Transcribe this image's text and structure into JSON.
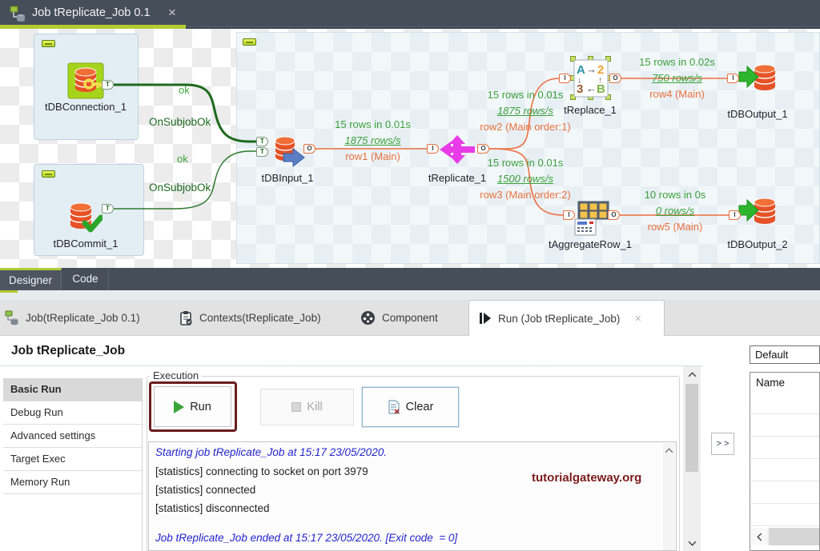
{
  "colors": {
    "accent_green": "#b2cb35",
    "flow_orange": "#ec6f40",
    "stat_green": "#3ba03b",
    "trigger_green": "#1d691d",
    "replicate_magenta": "#e83ce8",
    "watermark_maroon": "#7b1b1b"
  },
  "titlebar": {
    "tab_label": "Job tReplicate_Job 0.1",
    "close_label": "×"
  },
  "canvas": {
    "components": {
      "tdbconnection": "tDBConnection_1",
      "tdbcommit": "tDBCommit_1",
      "tdbinput": "tDBInput_1",
      "treplicate": "tReplicate_1",
      "treplace": "tReplace_1",
      "tdboutput1": "tDBOutput_1",
      "taggregaterow": "tAggregateRow_1",
      "tdboutput2": "tDBOutput_2"
    },
    "ports": {
      "trigger": "T",
      "output": "O",
      "input": "I"
    },
    "triggers": [
      {
        "ok": "ok",
        "label": "OnSubjobOk"
      },
      {
        "ok": "ok",
        "label": "OnSubjobOk"
      }
    ],
    "flows": [
      {
        "rows": "15 rows in 0.01s",
        "rate": "1875 rows/s",
        "name": "row1 (Main)"
      },
      {
        "rows": "15 rows in 0.01s",
        "rate": "1875 rows/s",
        "name": "row2 (Main order:1)"
      },
      {
        "rows": "15 rows in 0.01s",
        "rate": "1500 rows/s",
        "name": "row3 (Main order:2)"
      },
      {
        "rows": "15 rows in 0.02s",
        "rate": "750 rows/s",
        "name": "row4 (Main)"
      },
      {
        "rows": "10 rows in 0s",
        "rate": "0 rows/s",
        "name": "row5 (Main)"
      }
    ],
    "replace_icon": {
      "a": "A",
      "two": "2",
      "three": "3",
      "b": "B",
      "right_arrow": "→",
      "left_arrow": "←",
      "down_arrow": "↓",
      "up_arrow": "↑"
    }
  },
  "designer_bar": {
    "designer": "Designer",
    "code": "Code"
  },
  "view_tabs": {
    "job": "Job(tReplicate_Job 0.1)",
    "contexts": "Contexts(tReplicate_Job)",
    "component": "Component",
    "run": "Run (Job tReplicate_Job)",
    "close_label": "×"
  },
  "run_view": {
    "title": "Job tReplicate_Job",
    "sidebar": [
      "Basic Run",
      "Debug Run",
      "Advanced settings",
      "Target Exec",
      "Memory Run"
    ],
    "execution": {
      "group_label": "Execution",
      "run_label": "Run",
      "kill_label": "Kill",
      "clear_label": "Clear"
    },
    "console": {
      "lines": [
        {
          "text": "Starting job tReplicate_Job at 15:17 23/05/2020.",
          "kind": "info"
        },
        {
          "text": "[statistics] connecting to socket on port 3979",
          "kind": "plain"
        },
        {
          "text": "[statistics] connected",
          "kind": "plain"
        },
        {
          "text": "[statistics] disconnected",
          "kind": "plain"
        },
        {
          "text": "Job tReplicate_Job ended at 15:17 23/05/2020. [Exit code  = 0]",
          "kind": "info"
        }
      ],
      "watermark": "tutorialgateway.org"
    },
    "expand_button": "> >",
    "context_panel": {
      "selector_value": "Default",
      "table_header": "Name"
    }
  }
}
